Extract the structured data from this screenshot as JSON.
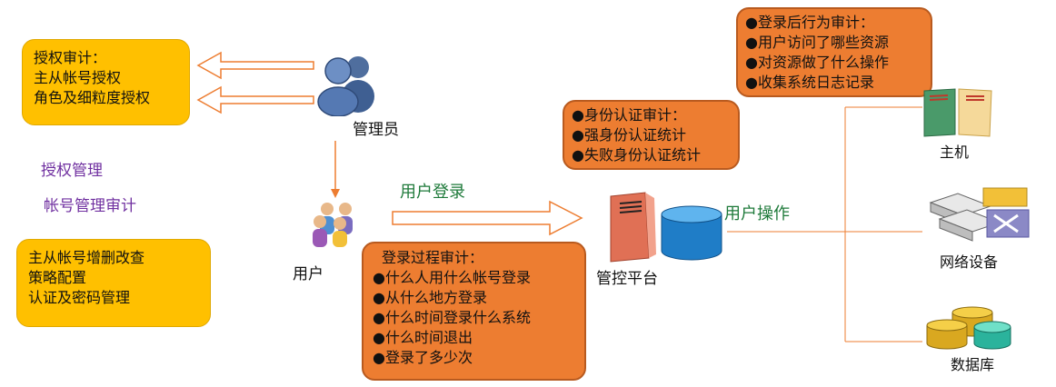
{
  "auth_audit": {
    "lines": [
      "授权审计：",
      "主从帐号授权",
      "角色及细粒度授权"
    ]
  },
  "side_labels": {
    "auth_mgmt": "授权管理",
    "account_audit": "帐号管理审计"
  },
  "account_box": {
    "lines": [
      "主从帐号增删改查",
      "策略配置",
      "认证及密码管理"
    ]
  },
  "admin": {
    "label": "管理员"
  },
  "user": {
    "label": "用户"
  },
  "login_flow": {
    "label": "用户登录"
  },
  "login_audit": {
    "lines": [
      "登录过程审计：",
      "●什么人用什么帐号登录",
      "●从什么地方登录",
      "●什么时间登录什么系统",
      "●什么时间退出",
      "●登录了多少次"
    ]
  },
  "identity_audit": {
    "lines": [
      "●身份认证审计：",
      "●强身份认证统计",
      "●失败身份认证统计"
    ]
  },
  "platform": {
    "label": "管控平台"
  },
  "operation": {
    "label": "用户操作"
  },
  "post_login_audit": {
    "lines": [
      "●登录后行为审计：",
      "●用户访问了哪些资源",
      "●对资源做了什么操作",
      "●收集系统日志记录"
    ]
  },
  "targets": {
    "host": "主机",
    "network": "网络设备",
    "database": "数据库"
  },
  "colors": {
    "yellow": "#ffc000",
    "orange": "#ed7d31",
    "arrow": "#ed7d31",
    "green": "#1e7a3a",
    "purple": "#7030a0"
  },
  "icons": [
    "admin-users-icon",
    "user-group-icon",
    "server-icon",
    "database-cylinder-icon",
    "host-icon",
    "network-device-icon",
    "database-icon"
  ]
}
